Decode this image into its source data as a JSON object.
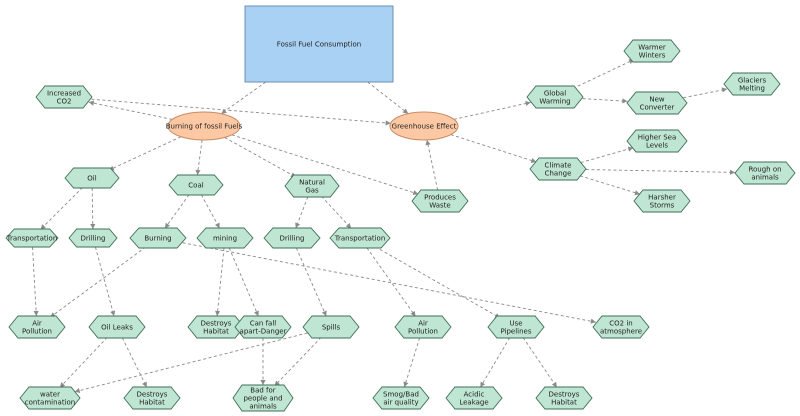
{
  "colors": {
    "root_fill": "#a9d1f4",
    "root_stroke": "#6d8fb0",
    "oval_fill": "#fdc9a4",
    "oval_stroke": "#c98c63",
    "hex_fill": "#bfe6d2",
    "hex_stroke": "#3f6e58",
    "edge": "#8a8a8a",
    "text": "#222222"
  },
  "nodes": {
    "fossil_fuel_consumption": {
      "lines": [
        "Fossil Fuel Consumption"
      ],
      "shape": "rect"
    },
    "burning_fossil_fuels": {
      "lines": [
        "Burning of fossil Fuels"
      ],
      "shape": "oval"
    },
    "greenhouse_effect": {
      "lines": [
        "Greenhouse Effect"
      ],
      "shape": "oval"
    },
    "increased_co2": {
      "lines": [
        "Increased",
        "CO2"
      ],
      "shape": "hex"
    },
    "global_warming": {
      "lines": [
        "Global",
        "Warming"
      ],
      "shape": "hex"
    },
    "warmer_winters": {
      "lines": [
        "Warmer",
        "Winters"
      ],
      "shape": "hex"
    },
    "new_converter": {
      "lines": [
        "New",
        "Converter"
      ],
      "shape": "hex"
    },
    "glaciers_melting": {
      "lines": [
        "Glaciers",
        "Melting"
      ],
      "shape": "hex"
    },
    "climate_change": {
      "lines": [
        "Climate",
        "Change"
      ],
      "shape": "hex"
    },
    "higher_sea_levels": {
      "lines": [
        "Higher Sea",
        "Levels"
      ],
      "shape": "hex"
    },
    "rough_on_animals": {
      "lines": [
        "Rough on",
        "animals"
      ],
      "shape": "hex"
    },
    "harsher_storms": {
      "lines": [
        "Harsher",
        "Storms"
      ],
      "shape": "hex"
    },
    "produces_waste": {
      "lines": [
        "Produces",
        "Waste"
      ],
      "shape": "hex"
    },
    "oil": {
      "lines": [
        "Oil"
      ],
      "shape": "hex"
    },
    "coal": {
      "lines": [
        "Coal"
      ],
      "shape": "hex"
    },
    "natural_gas": {
      "lines": [
        "Natural",
        "Gas"
      ],
      "shape": "hex"
    },
    "transportation_oil": {
      "lines": [
        "Transportation"
      ],
      "shape": "hex"
    },
    "drilling_oil": {
      "lines": [
        "Drilling"
      ],
      "shape": "hex"
    },
    "burning": {
      "lines": [
        "Burning"
      ],
      "shape": "hex"
    },
    "mining": {
      "lines": [
        "mining"
      ],
      "shape": "hex"
    },
    "drilling_gas": {
      "lines": [
        "Drilling"
      ],
      "shape": "hex"
    },
    "transportation_gas": {
      "lines": [
        "Transportation"
      ],
      "shape": "hex"
    },
    "air_pollution_left": {
      "lines": [
        "Air",
        "Pollution"
      ],
      "shape": "hex"
    },
    "oil_leaks": {
      "lines": [
        "Oil Leaks"
      ],
      "shape": "hex"
    },
    "destroys_habitat_mining": {
      "lines": [
        "Destroys",
        "Habitat"
      ],
      "shape": "hex"
    },
    "can_fall": {
      "lines": [
        "Can fall",
        "apart-Danger"
      ],
      "shape": "hex"
    },
    "spills": {
      "lines": [
        "Spills"
      ],
      "shape": "hex"
    },
    "air_pollution_gas": {
      "lines": [
        "Air",
        "Pollution"
      ],
      "shape": "hex"
    },
    "use_pipelines": {
      "lines": [
        "Use",
        "Pipelines"
      ],
      "shape": "hex"
    },
    "co2_atmosphere": {
      "lines": [
        "CO2 in",
        "atmosphere"
      ],
      "shape": "hex"
    },
    "water_contamination": {
      "lines": [
        "water",
        "contamination"
      ],
      "shape": "hex"
    },
    "destroys_habitat_oil": {
      "lines": [
        "Destroys",
        "Habitat"
      ],
      "shape": "hex"
    },
    "bad_for_people": {
      "lines": [
        "Bad for",
        "people and",
        "animals"
      ],
      "shape": "hex"
    },
    "smog_bad_air": {
      "lines": [
        "Smog/Bad",
        "air quality"
      ],
      "shape": "hex"
    },
    "acidic_leakage": {
      "lines": [
        "Acidic",
        "Leakage"
      ],
      "shape": "hex"
    },
    "destroys_habitat_pipes": {
      "lines": [
        "Destroys",
        "Habitat"
      ],
      "shape": "hex"
    }
  },
  "edges": [
    {
      "from": "fossil_fuel_consumption",
      "to": "burning_fossil_fuels"
    },
    {
      "from": "fossil_fuel_consumption",
      "to": "greenhouse_effect"
    },
    {
      "from": "burning_fossil_fuels",
      "to": "increased_co2"
    },
    {
      "from": "increased_co2",
      "to": "greenhouse_effect"
    },
    {
      "from": "burning_fossil_fuels",
      "to": "oil"
    },
    {
      "from": "burning_fossil_fuels",
      "to": "coal"
    },
    {
      "from": "burning_fossil_fuels",
      "to": "natural_gas"
    },
    {
      "from": "burning_fossil_fuels",
      "to": "produces_waste"
    },
    {
      "from": "produces_waste",
      "to": "greenhouse_effect"
    },
    {
      "from": "greenhouse_effect",
      "to": "global_warming"
    },
    {
      "from": "greenhouse_effect",
      "to": "climate_change"
    },
    {
      "from": "global_warming",
      "to": "warmer_winters"
    },
    {
      "from": "global_warming",
      "to": "new_converter"
    },
    {
      "from": "new_converter",
      "to": "glaciers_melting"
    },
    {
      "from": "climate_change",
      "to": "higher_sea_levels"
    },
    {
      "from": "climate_change",
      "to": "rough_on_animals"
    },
    {
      "from": "climate_change",
      "to": "harsher_storms"
    },
    {
      "from": "oil",
      "to": "transportation_oil"
    },
    {
      "from": "oil",
      "to": "drilling_oil"
    },
    {
      "from": "coal",
      "to": "burning"
    },
    {
      "from": "coal",
      "to": "mining"
    },
    {
      "from": "natural_gas",
      "to": "drilling_gas"
    },
    {
      "from": "natural_gas",
      "to": "transportation_gas"
    },
    {
      "from": "transportation_oil",
      "to": "air_pollution_left"
    },
    {
      "from": "burning",
      "to": "air_pollution_left"
    },
    {
      "from": "drilling_oil",
      "to": "oil_leaks"
    },
    {
      "from": "burning",
      "to": "co2_atmosphere"
    },
    {
      "from": "mining",
      "to": "destroys_habitat_mining"
    },
    {
      "from": "mining",
      "to": "can_fall"
    },
    {
      "from": "drilling_gas",
      "to": "spills"
    },
    {
      "from": "transportation_gas",
      "to": "air_pollution_gas"
    },
    {
      "from": "transportation_gas",
      "to": "use_pipelines"
    },
    {
      "from": "oil_leaks",
      "to": "water_contamination"
    },
    {
      "from": "oil_leaks",
      "to": "destroys_habitat_oil"
    },
    {
      "from": "spills",
      "to": "water_contamination"
    },
    {
      "from": "spills",
      "to": "bad_for_people"
    },
    {
      "from": "can_fall",
      "to": "bad_for_people"
    },
    {
      "from": "air_pollution_gas",
      "to": "smog_bad_air"
    },
    {
      "from": "use_pipelines",
      "to": "acidic_leakage"
    },
    {
      "from": "use_pipelines",
      "to": "destroys_habitat_pipes"
    }
  ]
}
